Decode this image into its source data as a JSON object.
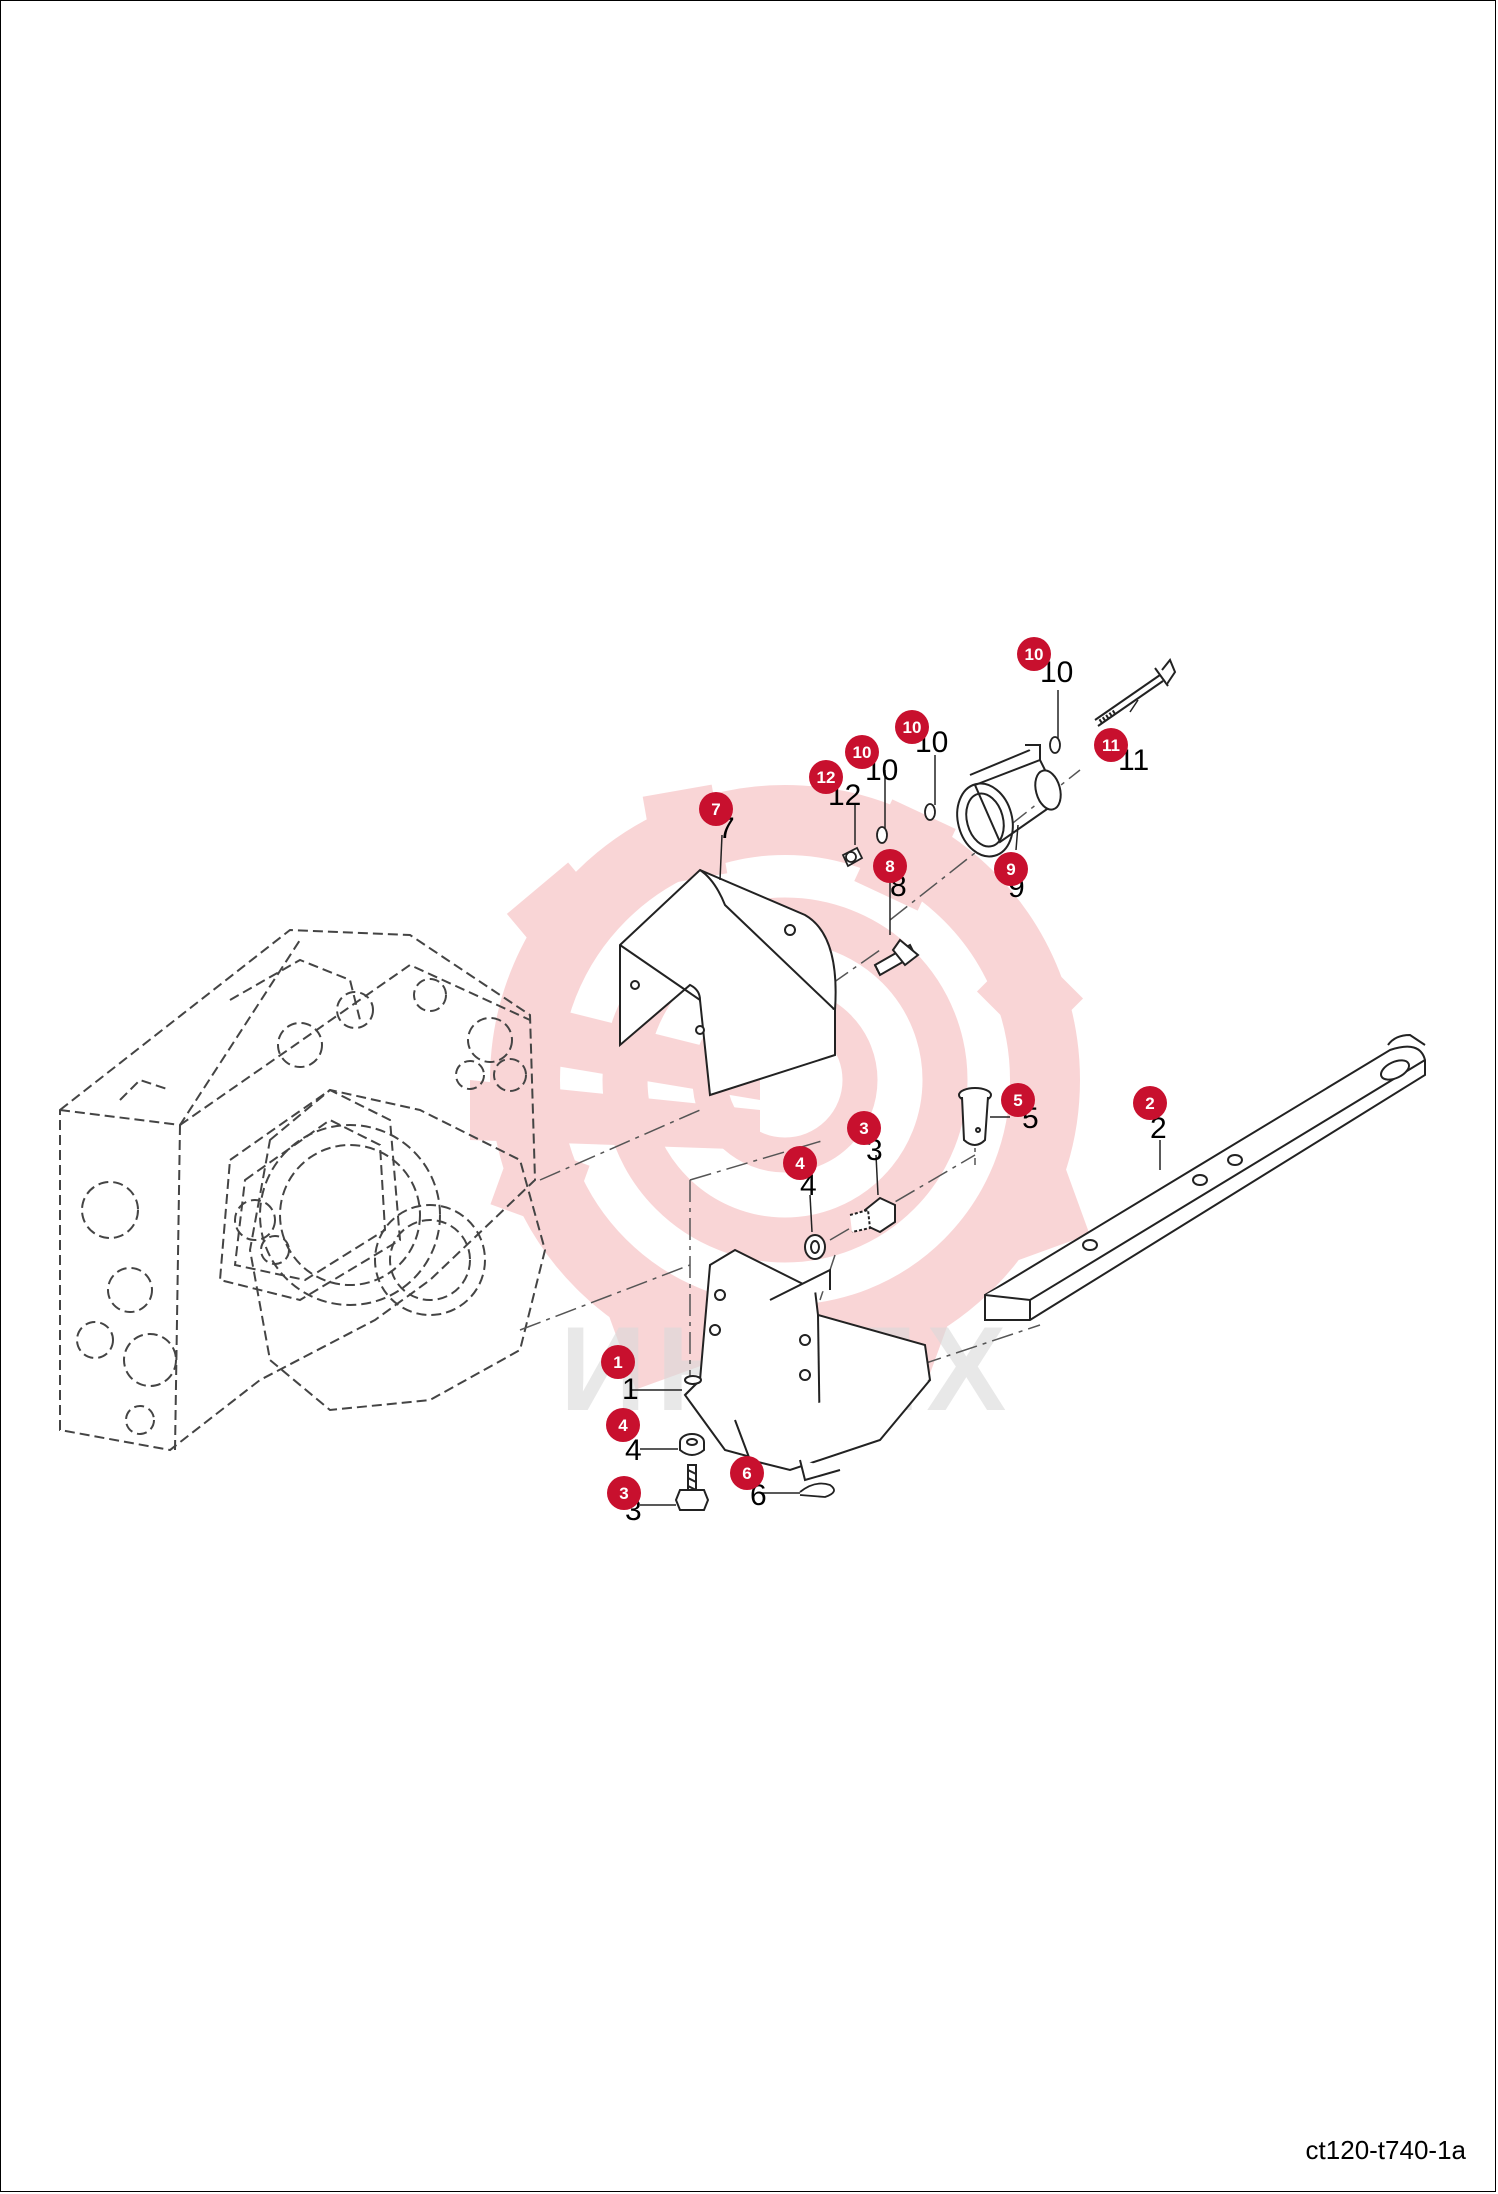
{
  "diagram_code": "ct120-t740-1a",
  "watermark": {
    "text": "ИНТЕХ",
    "color": "#f2b6b8"
  },
  "badge_color": "#c8102e",
  "callouts": [
    {
      "id": "c1",
      "label": "1"
    },
    {
      "id": "c2",
      "label": "2"
    },
    {
      "id": "c3a",
      "label": "3"
    },
    {
      "id": "c3b",
      "label": "3"
    },
    {
      "id": "c4a",
      "label": "4"
    },
    {
      "id": "c4b",
      "label": "4"
    },
    {
      "id": "c5",
      "label": "5"
    },
    {
      "id": "c6",
      "label": "6"
    },
    {
      "id": "c7",
      "label": "7"
    },
    {
      "id": "c8",
      "label": "8"
    },
    {
      "id": "c9",
      "label": "9"
    },
    {
      "id": "c10a",
      "label": "10"
    },
    {
      "id": "c10b",
      "label": "10"
    },
    {
      "id": "c10c",
      "label": "10"
    },
    {
      "id": "c11",
      "label": "11"
    },
    {
      "id": "c12",
      "label": "12"
    }
  ]
}
